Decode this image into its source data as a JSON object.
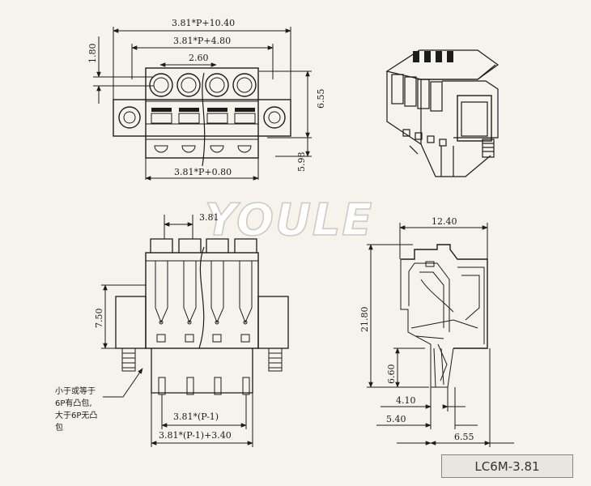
{
  "watermark": "YOULE",
  "model": "LC6M-3.81",
  "top_view": {
    "dim_overall": "3.81*P+10.40",
    "dim_pins": "3.81*P+4.80",
    "dim_inner": "2.60",
    "dim_bottom": "3.81*P+0.80",
    "dim_flange": "1.80",
    "dim_height_a": "6.55",
    "dim_height_b": "5.98"
  },
  "front_view": {
    "dim_pitch": "3.81",
    "dim_height": "7.50",
    "dim_pin_span": "3.81*(P-1)",
    "dim_overall": "3.81*(P-1)+3.40",
    "note_line1": "小于或等于",
    "note_line2": "6P有凸包,",
    "note_line3": "大于6P无凸",
    "note_line4": "包"
  },
  "side_view": {
    "dim_depth": "12.40",
    "dim_height": "21.80",
    "dim_pin_height": "6.60",
    "dim_a": "4.10",
    "dim_b": "5.40",
    "dim_c": "6.55"
  },
  "colors": {
    "background": "#f6f2ec",
    "line": "#1c1c1c",
    "label_bg": "#e9e5df"
  }
}
